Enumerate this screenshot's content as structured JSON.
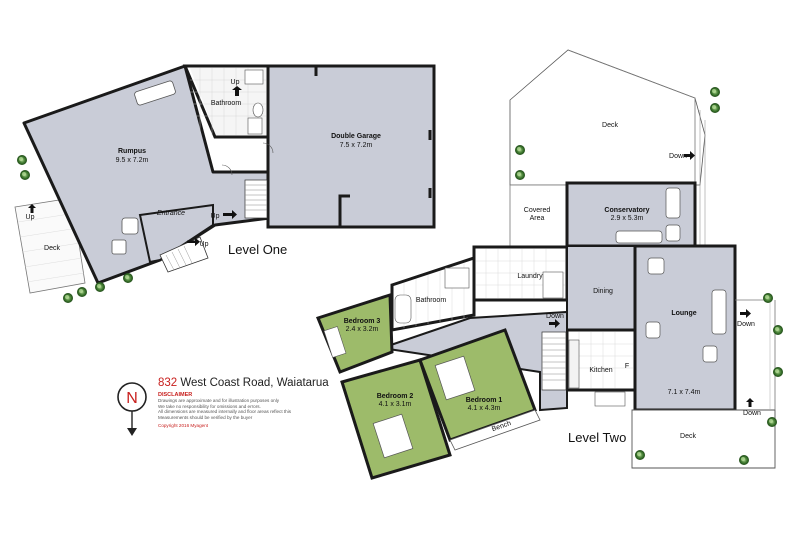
{
  "address": {
    "number": "832",
    "street": "West Coast Road, Waiatarua"
  },
  "disclaimer": {
    "title": "DISCLAIMER",
    "lines": [
      "Drawings are approximate and for illustration purposes only",
      "We take no responsibility for omissions and errors.",
      "All dimensions are measured internally and floor areas reflect this",
      "Measurements should be verified by the buyer"
    ]
  },
  "copyright": "Copyright 2016   Myagent",
  "compass": {
    "label": "N"
  },
  "levels": {
    "one": "Level One",
    "two": "Level Two"
  },
  "rooms": {
    "rumpus": {
      "name": "Rumpus",
      "size": "9.5 x 7.2m"
    },
    "bathroom_l1": {
      "name": "Bathroom"
    },
    "garage": {
      "name": "Double Garage",
      "size": "7.5 x 7.2m"
    },
    "entrance": {
      "name": "Entrance"
    },
    "deck_l1": {
      "name": "Deck"
    },
    "deck_top": {
      "name": "Deck"
    },
    "covered_area": {
      "name": "Covered",
      "name2": "Area"
    },
    "conservatory": {
      "name": "Conservatory",
      "size": "2.9 x 5.3m"
    },
    "laundry": {
      "name": "Laundry"
    },
    "bathroom_l2": {
      "name": "Bathroom"
    },
    "dining": {
      "name": "Dining"
    },
    "lounge": {
      "name": "Lounge",
      "size": "7.1 x 7.4m"
    },
    "kitchen": {
      "name": "Kitchen"
    },
    "bedroom3": {
      "name": "Bedroom 3",
      "size": "2.4 x 3.2m"
    },
    "bedroom2": {
      "name": "Bedroom 2",
      "size": "4.1 x 3.1m"
    },
    "bedroom1": {
      "name": "Bedroom 1",
      "size": "4.1 x 4.3m"
    },
    "bench": {
      "name": "Bench"
    },
    "deck_bottom": {
      "name": "Deck"
    },
    "fridge": {
      "name": "F"
    }
  },
  "stairs": {
    "up": "Up",
    "down": "Down"
  },
  "colors": {
    "room_grey": "#c9ccd7",
    "bedroom_green": "#9dbb6a",
    "wall": "#1a1a1a"
  }
}
